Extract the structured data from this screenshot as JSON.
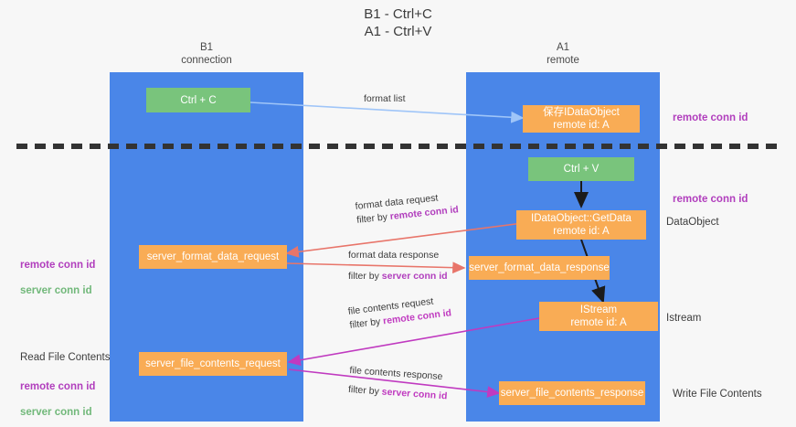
{
  "title": "B1 - Ctrl+C\nA1 - Ctrl+V",
  "lanes": [
    {
      "name": "b1",
      "header": "B1\nconnection"
    },
    {
      "name": "a1",
      "header": "A1\nremote"
    }
  ],
  "nodes": {
    "ctrl_c": "Ctrl + C",
    "ctrl_v": "Ctrl + V",
    "idataobject": "保存IDataObject\nremote id: A",
    "getdata": "IDataObject::GetData\nremote id: A",
    "istream": "IStream\nremote id: A",
    "server_format_data_request": "server_format_data_request",
    "server_format_data_response": "server_format_data_response",
    "server_file_contents_request": "server_file_contents_request",
    "server_file_contents_response": "server_file_contents_response"
  },
  "edge_labels": {
    "format_list": "format list",
    "format_data_request": "format data request",
    "format_data_request_filter_prefix": "filter by ",
    "format_data_request_filter_key": "remote conn id",
    "format_data_response": "format data response",
    "format_data_response_filter_prefix": "filter by ",
    "format_data_response_filter_key": "server conn id",
    "file_contents_request": "file contents request",
    "file_contents_request_filter_prefix": "filter by ",
    "file_contents_request_filter_key": "remote conn id",
    "file_contents_response": "file contents response",
    "file_contents_response_filter_prefix": "filter by ",
    "file_contents_response_filter_key": "server conn id"
  },
  "annotations": {
    "right_remote_conn_id_top": "remote conn id",
    "right_remote_conn_id_mid": "remote conn id",
    "right_dataobject": "DataObject",
    "right_istream": "Istream",
    "right_write_file_contents": "Write File Contents",
    "left_read_file_contents": "Read File Contents",
    "left_keys_mid_remote": "remote conn id",
    "left_keys_mid_server": "server conn id",
    "left_keys_bottom_remote": "remote conn id",
    "left_keys_bottom_server": "server conn id"
  },
  "colors": {
    "lane": "#4a86e8",
    "node_orange": "#f9ac55",
    "node_green": "#79c47c",
    "key_purple": "#b13ebd",
    "key_green": "#71b87a",
    "arrow_blue": "#9fc5f8",
    "arrow_red": "#e8756a",
    "arrow_pink": "#c03ac0",
    "arrow_black": "#1b1b1b",
    "background": "#f7f7f7"
  }
}
